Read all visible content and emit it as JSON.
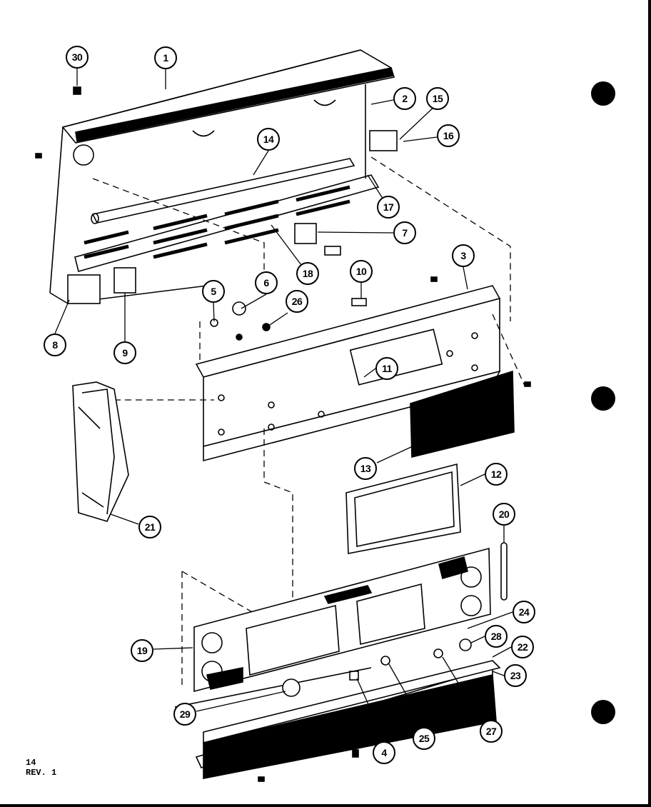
{
  "page_number": "14",
  "revision": "REV. 1",
  "callouts": [
    "30",
    "1",
    "2",
    "15",
    "16",
    "14",
    "17",
    "7",
    "18",
    "3",
    "10",
    "5",
    "6",
    "26",
    "8",
    "9",
    "11",
    "13",
    "12",
    "21",
    "20",
    "24",
    "19",
    "28",
    "22",
    "23",
    "29",
    "4",
    "25",
    "27"
  ]
}
